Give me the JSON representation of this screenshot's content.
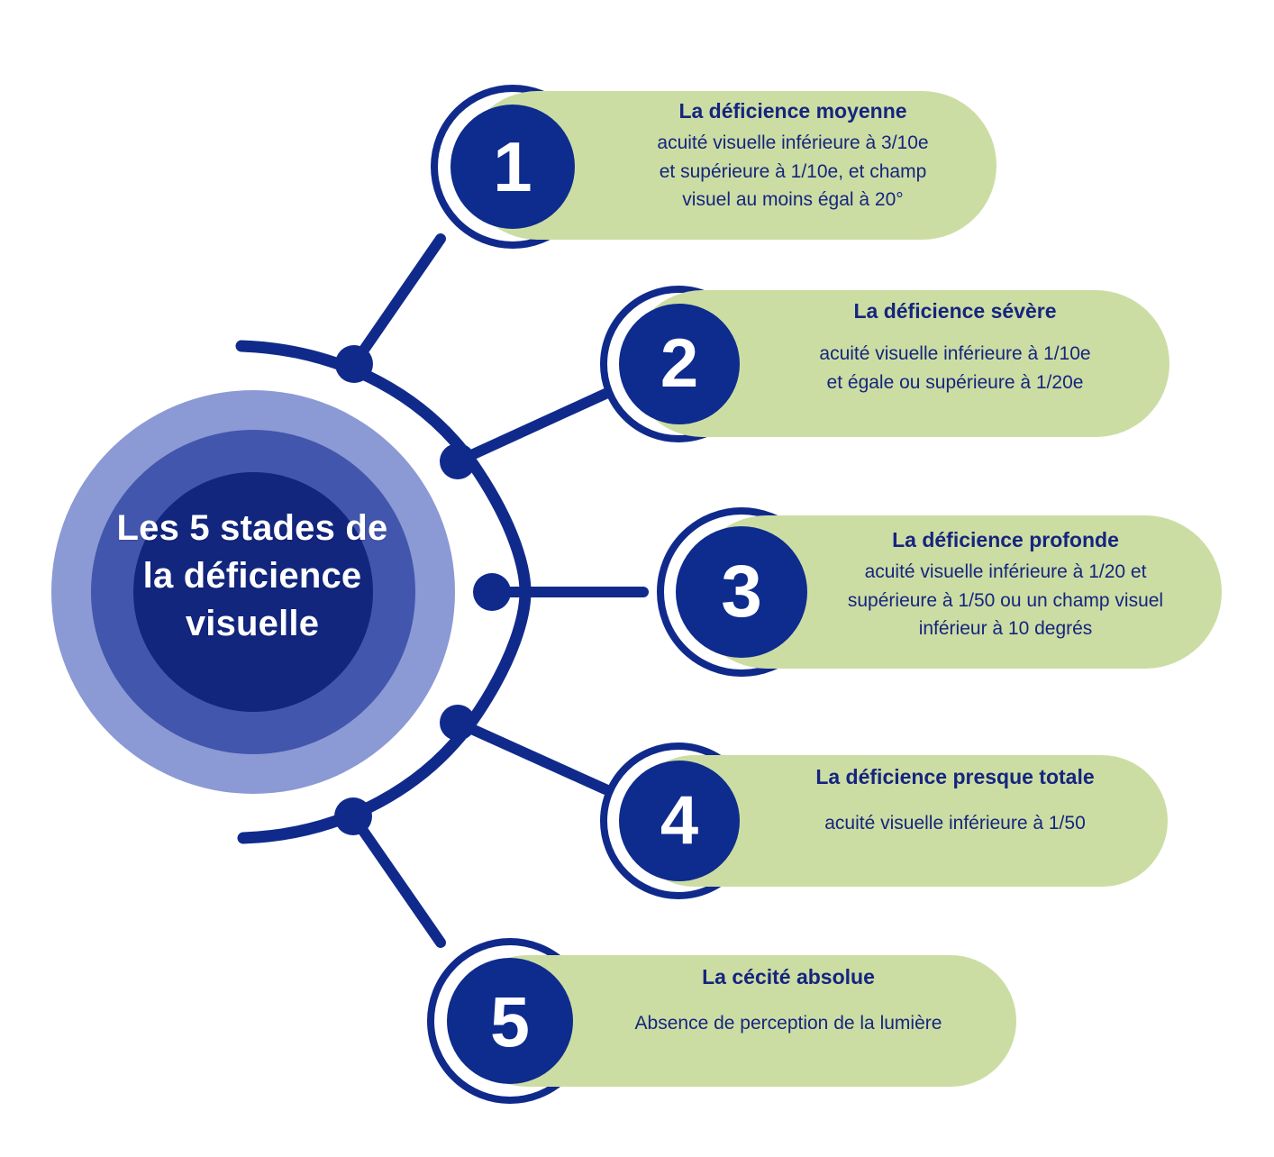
{
  "hub": {
    "title_lines": [
      "Les 5 stades de",
      "la déficience",
      "visuelle"
    ],
    "title_full": "Les 5 stades de la déficience visuelle"
  },
  "colors": {
    "navy": "#0e2b8e",
    "navy_text": "#15257f",
    "stroke_blue": "#102a8c",
    "pill_green": "#ccdda3",
    "hub_ring_outer": "#8b9ad4",
    "hub_ring_middle": "#4356ad",
    "hub_ring_inner": "#12267e",
    "white": "#ffffff"
  },
  "stages": [
    {
      "number": "1",
      "title": "La déficience moyenne",
      "description_lines": [
        "acuité visuelle inférieure à 3/10e",
        "et supérieure à 1/10e, et champ",
        "visuel au moins égal à 20°"
      ],
      "description": "acuité visuelle inférieure à 3/10e et supérieure à 1/10e, et champ visuel au moins égal à 20°"
    },
    {
      "number": "2",
      "title": "La déficience sévère",
      "description_lines": [
        "acuité visuelle inférieure à 1/10e",
        "et égale ou supérieure à 1/20e"
      ],
      "description": "acuité visuelle inférieure à 1/10e et égale ou supérieure à 1/20e"
    },
    {
      "number": "3",
      "title": "La déficience profonde",
      "description_lines": [
        "acuité visuelle inférieure à 1/20 et",
        "supérieure à 1/50 ou un champ visuel",
        "inférieur à 10 degrés"
      ],
      "description": "acuité visuelle inférieure à 1/20 et supérieure à 1/50 ou un champ visuel inférieur à 10 degrés"
    },
    {
      "number": "4",
      "title": "La déficience presque totale",
      "description_lines": [
        "acuité visuelle inférieure à 1/50"
      ],
      "description": "acuité visuelle inférieure à 1/50"
    },
    {
      "number": "5",
      "title": "La cécité absolue",
      "description_lines": [
        "Absence de perception de la lumière"
      ],
      "description": "Absence de perception de la lumière"
    }
  ]
}
